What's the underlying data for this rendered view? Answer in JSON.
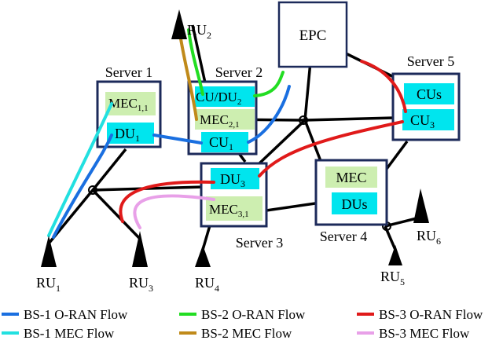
{
  "nodes": {
    "epc": "EPC",
    "server1": "Server 1",
    "server2": "Server 2",
    "server3": "Server 3",
    "server4": "Server 4",
    "server5": "Server 5"
  },
  "functions": {
    "mec11_base": "MEC",
    "mec11_sub": "1,1",
    "du1_base": "DU",
    "du1_sub": "1",
    "cudu2_base": "CU/DU",
    "cudu2_sub": "2",
    "mec21_base": "MEC",
    "mec21_sub": "2,1",
    "cu1_base": "CU",
    "cu1_sub": "1",
    "du3_base": "DU",
    "du3_sub": "3",
    "mec31_base": "MEC",
    "mec31_sub": "3,1",
    "mec4": "MEC",
    "dus": "DUs",
    "cus": "CUs",
    "cu3_base": "CU",
    "cu3_sub": "3"
  },
  "radio_units": {
    "ru1_base": "RU",
    "ru1_sub": "1",
    "ru2_base": "RU",
    "ru2_sub": "2",
    "ru3_base": "RU",
    "ru3_sub": "3",
    "ru4_base": "RU",
    "ru4_sub": "4",
    "ru5_base": "RU",
    "ru5_sub": "5",
    "ru6_base": "RU",
    "ru6_sub": "6"
  },
  "legend": [
    {
      "label": "BS-1 O-RAN Flow",
      "color": "#1a6fe0"
    },
    {
      "label": "BS-2 O-RAN Flow",
      "color": "#22dd22"
    },
    {
      "label": "BS-3 O-RAN Flow",
      "color": "#e01a1a"
    },
    {
      "label": "BS-1 MEC Flow",
      "color": "#22e0e0"
    },
    {
      "label": "BS-2 MEC Flow",
      "color": "#c08a1a"
    },
    {
      "label": "BS-3 MEC Flow",
      "color": "#e8a0e8"
    }
  ],
  "colors": {
    "server_border": "#1c2a5a",
    "mec_fill": "#cdeeb0",
    "ran_fill": "#00e5ee"
  }
}
